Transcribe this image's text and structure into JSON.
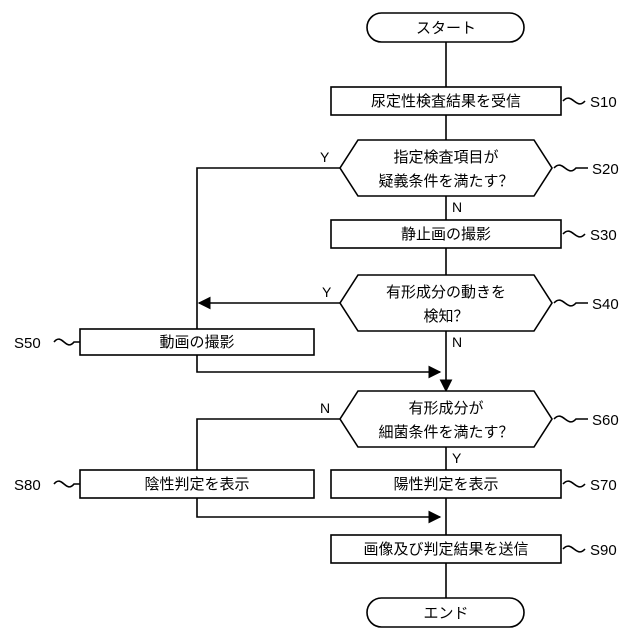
{
  "flow": {
    "start": "スタート",
    "end": "エンド",
    "s10": {
      "text": "尿定性検査結果を受信",
      "label": "S10"
    },
    "s20": {
      "line1": "指定検査項目が",
      "line2": "疑義条件を満たす？",
      "label": "S20",
      "yes": "Y",
      "no": "N"
    },
    "s30": {
      "text": "静止画の撮影",
      "label": "S30"
    },
    "s40": {
      "line1": "有形成分の動きを",
      "line2": "検知？",
      "label": "S40",
      "yes": "Y",
      "no": "N"
    },
    "s50": {
      "text": "動画の撮影",
      "label": "S50"
    },
    "s60": {
      "line1": "有形成分が",
      "line2": "細菌条件を満たす？",
      "label": "S60",
      "yes": "Y",
      "no": "N"
    },
    "s70": {
      "text": "陽性判定を表示",
      "label": "S70"
    },
    "s80": {
      "text": "陰性判定を表示",
      "label": "S80"
    },
    "s90": {
      "text": "画像及び判定結果を送信",
      "label": "S90"
    }
  }
}
